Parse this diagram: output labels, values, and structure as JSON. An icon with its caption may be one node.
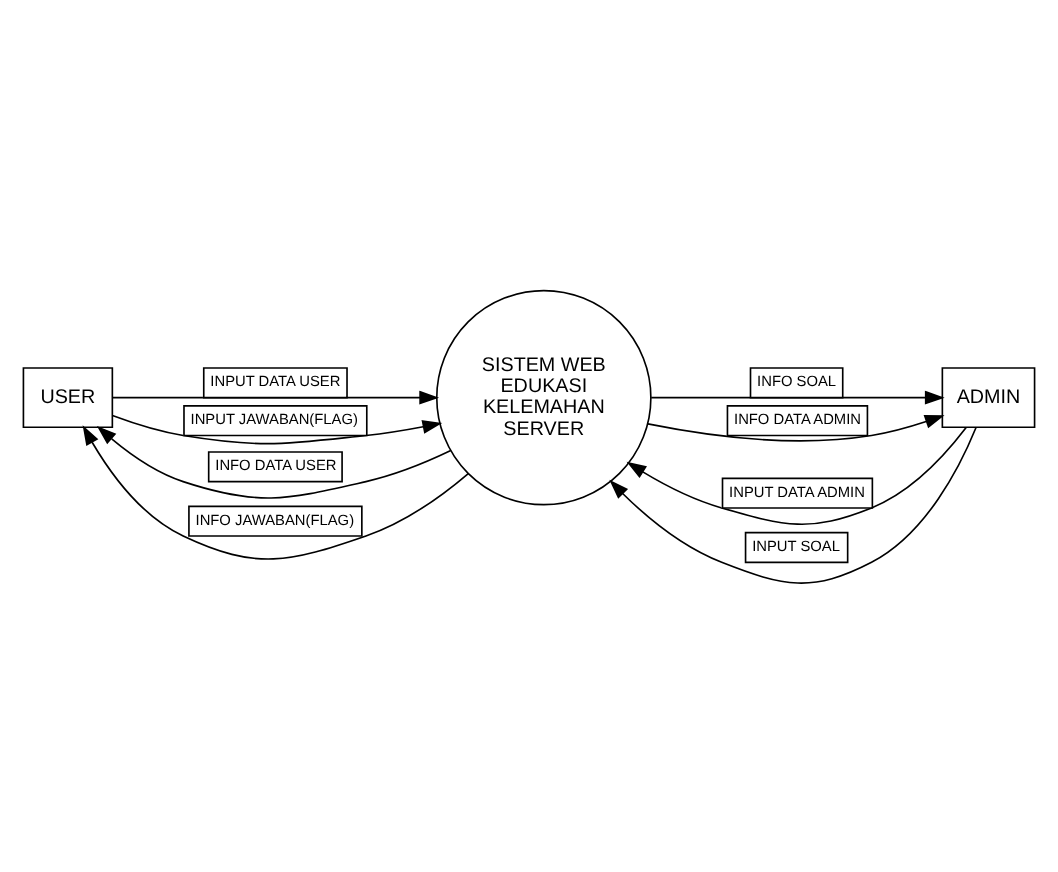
{
  "diagram": {
    "nodes": [
      {
        "text": [
          "USER"
        ]
      },
      {
        "text": [
          "SISTEM WEB EDUKASI KELEMAHAN SERVER"
        ]
      },
      {
        "text": [
          "ADMIN"
        ]
      }
    ],
    "edges": [
      {
        "from": 0,
        "to": 1,
        "arrow": "to",
        "label": "INPUT DATA USER"
      },
      {
        "from": 0,
        "to": 1,
        "arrow": "to",
        "label": "INPUT JAWABAN(FLAG)"
      },
      {
        "from": 2,
        "to": 1,
        "arrow": "to",
        "label": "INPUT DATA ADMIN"
      },
      {
        "from": 2,
        "to": 1,
        "arrow": "to",
        "label": "INPUT SOAL"
      },
      {
        "from": 1,
        "to": 0,
        "arrow": "to",
        "label": "INFO DATA USER"
      },
      {
        "from": 1,
        "to": 0,
        "arrow": "to",
        "label": "INFO JAWABAN(FLAG)"
      },
      {
        "from": 1,
        "to": 2,
        "arrow": "to",
        "label": "INFO SOAL"
      },
      {
        "from": 1,
        "to": 2,
        "arrow": "to",
        "label": "INFO DATA ADMIN"
      }
    ]
  }
}
